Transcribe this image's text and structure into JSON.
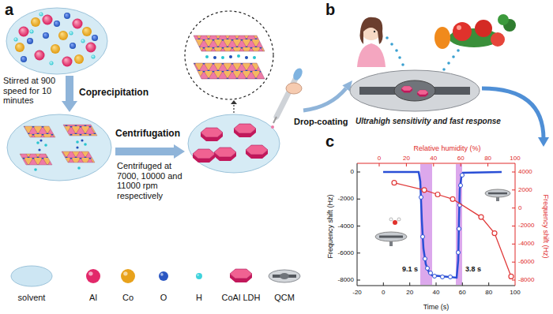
{
  "diagram": {
    "labels": [
      "a",
      "Stirred at 900 speed for 10 minutes",
      "Coprecipitation",
      "Centrifugation",
      "Centrifuged at 7000, 10000 and 11000 rpm respectively",
      "Drop-coating",
      "b",
      "Ultrahigh sensitivity and fast response",
      "c",
      "Relative humidity (%)",
      "0",
      "20",
      "40",
      "60",
      "80",
      "100",
      "Frequency shift (Hz)",
      "0",
      "-2000",
      "-4000",
      "-6000",
      "-8000",
      "Frequency shift (Hz)",
      "4000",
      "2000",
      "0",
      "-2000",
      "-4000",
      "-6000",
      "-8000",
      "Time (s)",
      "-20",
      "0",
      "20",
      "40",
      "60",
      "80",
      "100",
      "9.1 s",
      "3.8 s"
    ],
    "legend": [
      {
        "text": "solvent",
        "color": "#cde6f3"
      },
      {
        "text": "Al",
        "color": "#e2286a"
      },
      {
        "text": "Co",
        "color": "#e8a21c"
      },
      {
        "text": "O",
        "color": "#2a56c2"
      },
      {
        "text": "H",
        "color": "#3fd3dc"
      },
      {
        "text": "CoAl LDH"
      },
      {
        "text": "QCM"
      }
    ]
  }
}
